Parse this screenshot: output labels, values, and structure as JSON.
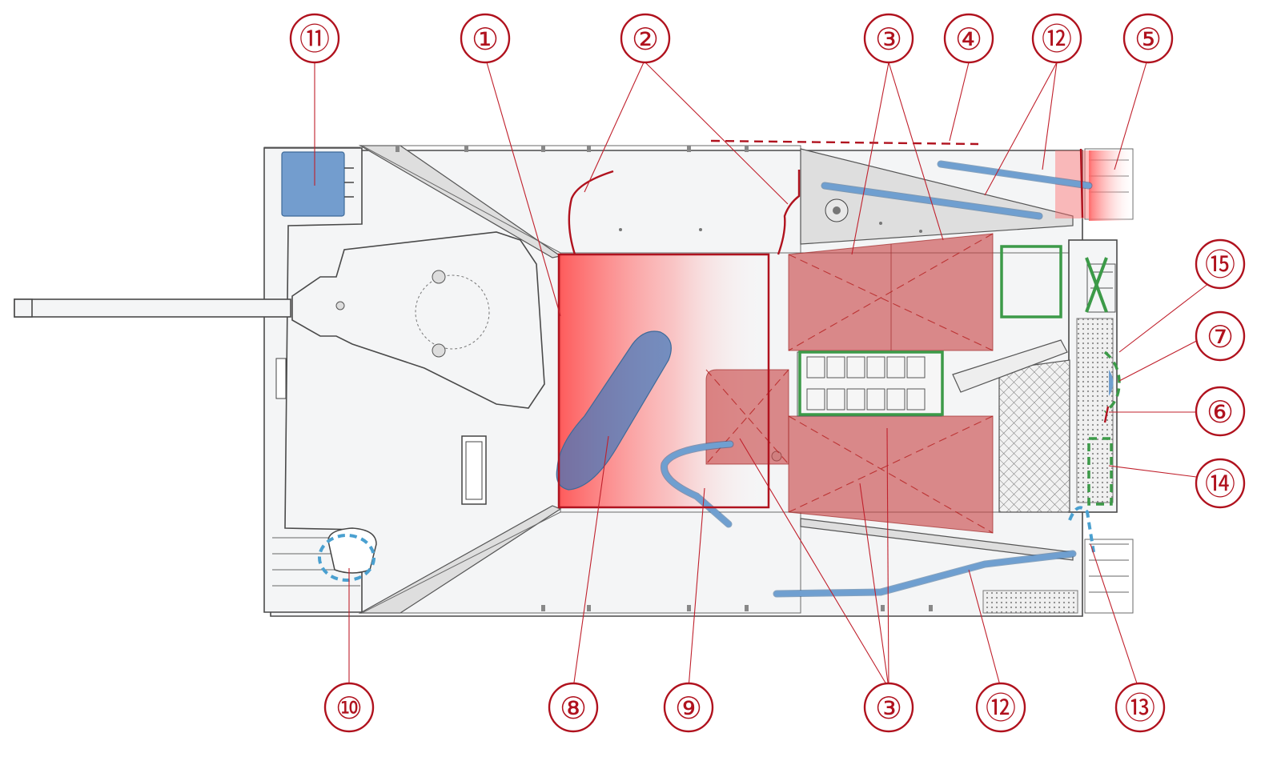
{
  "callouts": [
    {
      "id": "c1",
      "label": "①"
    },
    {
      "id": "c2",
      "label": "②"
    },
    {
      "id": "c3a",
      "label": "③"
    },
    {
      "id": "c4",
      "label": "④"
    },
    {
      "id": "c12a",
      "label": "⑫"
    },
    {
      "id": "c5",
      "label": "⑤"
    },
    {
      "id": "c11",
      "label": "⑪"
    },
    {
      "id": "c15",
      "label": "⑮"
    },
    {
      "id": "c7",
      "label": "⑦"
    },
    {
      "id": "c6",
      "label": "⑥"
    },
    {
      "id": "c14",
      "label": "⑭"
    },
    {
      "id": "c10",
      "label": "⑩"
    },
    {
      "id": "c8",
      "label": "⑧"
    },
    {
      "id": "c9",
      "label": "⑨"
    },
    {
      "id": "c3b",
      "label": "③"
    },
    {
      "id": "c12b",
      "label": "⑫"
    },
    {
      "id": "c13",
      "label": "⑬"
    }
  ],
  "colors": {
    "callout": "#b0121e",
    "ammo_zone": "#c84646",
    "fuel_zone": "#3c78be",
    "highlight_green": "#3c9a48",
    "fire_zone": "#ff5a5a"
  },
  "icons": [
    "gun-barrel-icon",
    "turret-icon",
    "engine-grille-icon",
    "fuel-tank-icon"
  ]
}
